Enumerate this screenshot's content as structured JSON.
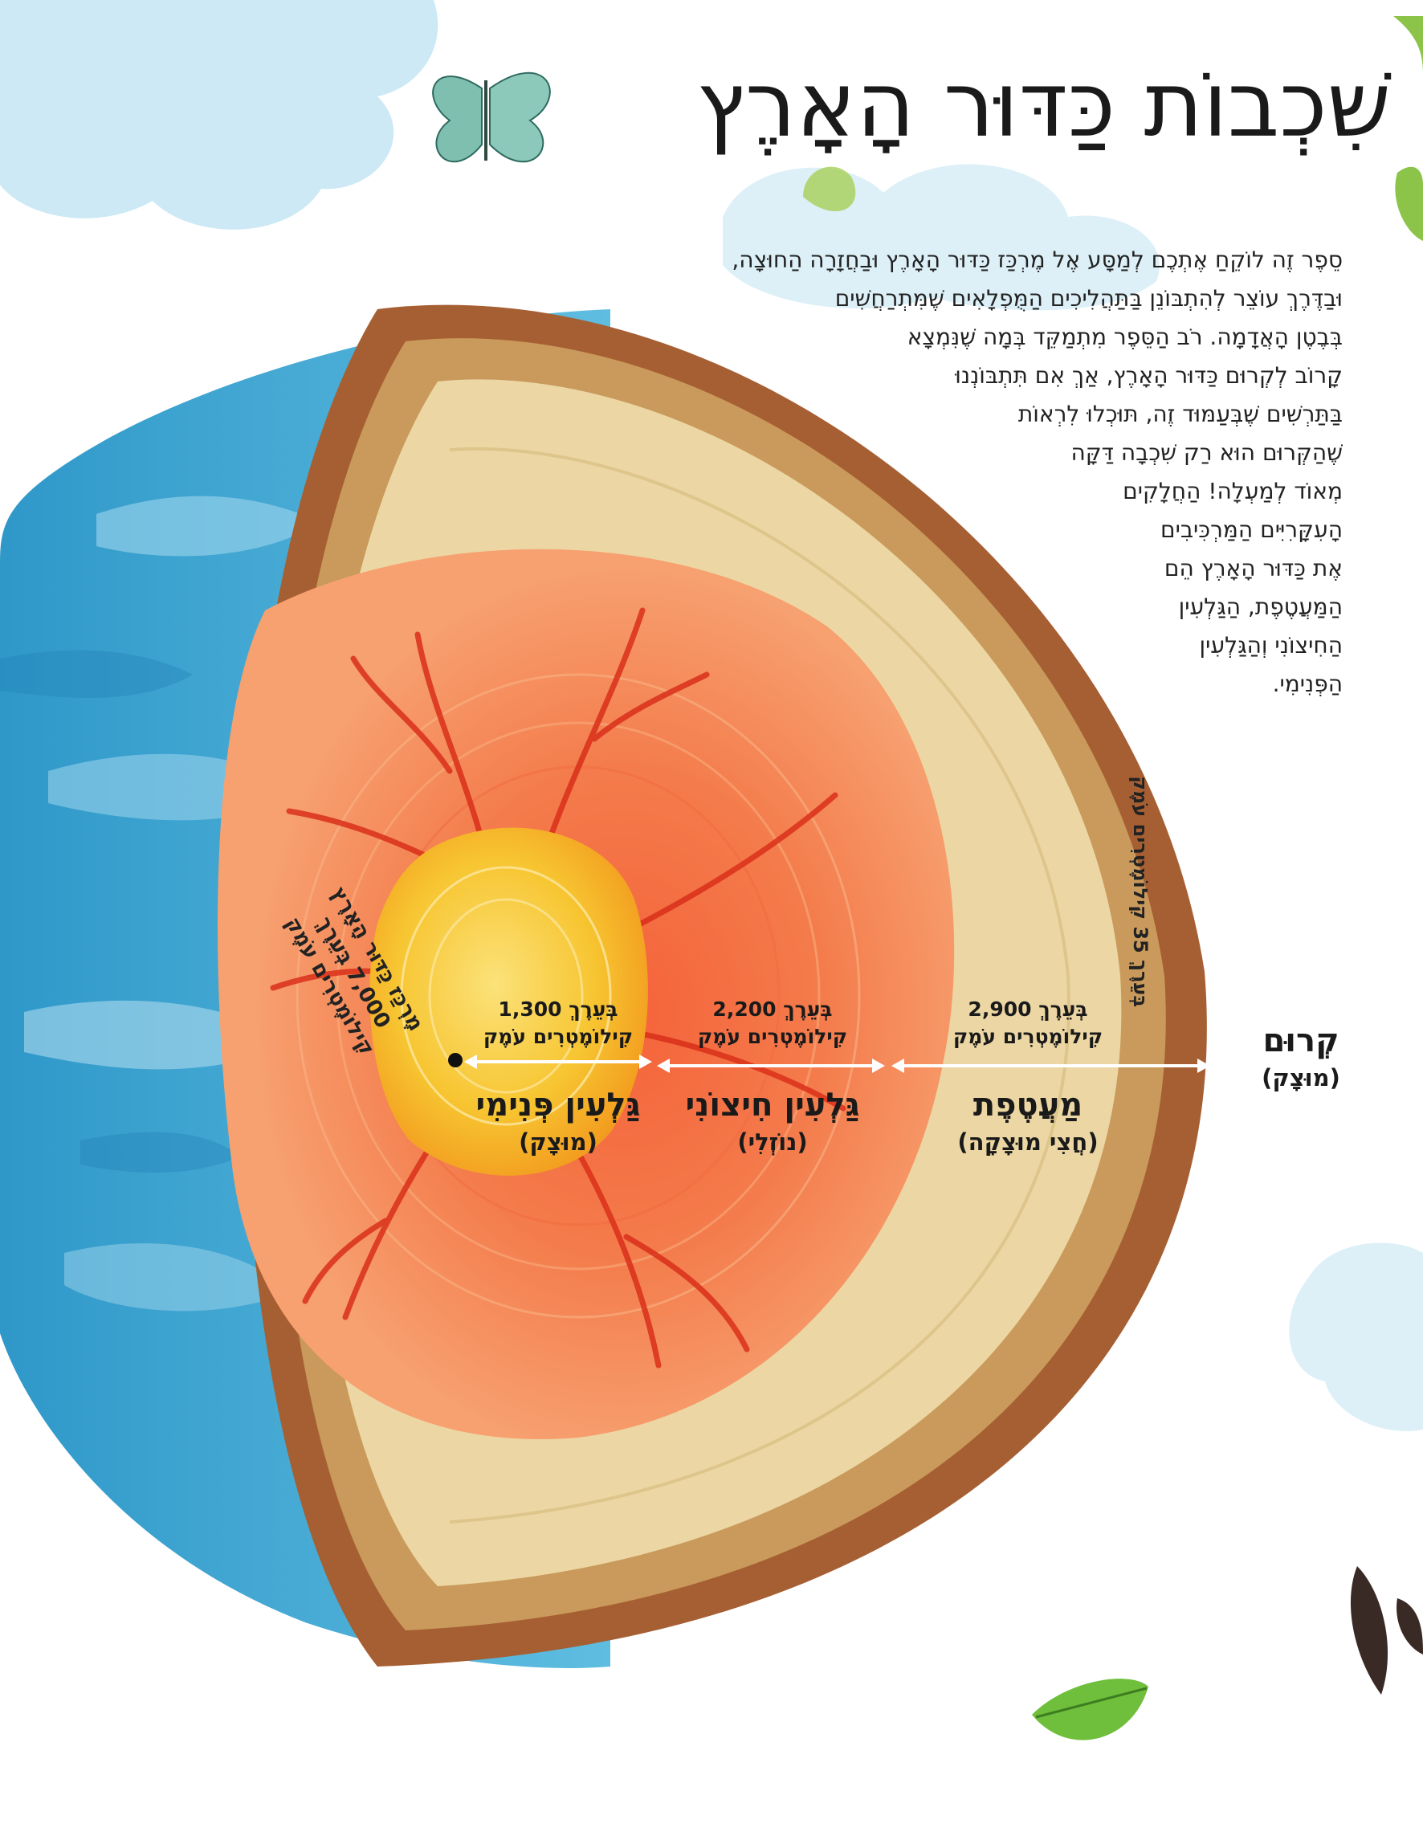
{
  "title": "שִׁכְבוֹת כַּדּוּר הָאָרֶץ",
  "intro_lines": [
    "סֵפֶר זֶה לוֹקֵחַ אֶתְכֶם לְמַסָּע אֶל מֶרְכַּז כַּדּוּר הָאָרֶץ וּבַחֲזָרָה הַחוּצָה,",
    "וּבַדֶּרֶךְ עוֹצֵר לְהִתְבּוֹנֵן בַּתַּהֲלִיכִים הַמֻּפְלָאִים שֶׁמִּתְרַחֲשִׁים",
    "בְּבֶטֶן הָאֲדָמָה. רֹב הַסֵּפֶר מִתְמַקֵּד בְּמָה שֶׁנִּמְצָא",
    "קָרוֹב לְקְרוּם כַּדּוּר הָאָרֶץ, אַךְ אִם תִּתְבּוֹנְנוּ",
    "בַּתַּרְשִׁים שֶׁבְּעַמּוּד זֶה, תּוּכְלוּ לִרְאוֹת",
    "שֶׁהַקְּרוּם הוּא רַק שִׁכְבָה דַּקָּה",
    "מְאוֹד לְמַעְלָה! הַחֲלָקִים",
    "הָעִקָּרִיִּים הַמַּרְכִּיבִים",
    "אֶת כַּדּוּר הָאָרֶץ הֵם",
    "הַמַּעֲטֶפֶת, הַגַּלְעִין",
    "הַחִיצוֹנִי וְהַגַּלְעִין",
    "הַפְּנִימִי."
  ],
  "layers": {
    "crust": {
      "name": "קְרוּם",
      "state": "(מוּצָק)",
      "depth": "בְּעֵרֶךְ 35 קִילוֹמֶטְרִים עֹמֶק"
    },
    "mantle": {
      "name": "מַעֲטֶפֶת",
      "state": "(חֲצִי מוּצָקָה)",
      "depth_line1": "בְּעֵרֶךְ 2,900",
      "depth_line2": "קִילוֹמֶטְרִים עֹמֶק"
    },
    "outer_core": {
      "name": "גַּלְעִין חִיצוֹנִי",
      "state": "(נוֹזְלִי)",
      "depth_line1": "בְּעֵרֶךְ 2,200",
      "depth_line2": "קִילוֹמֶטְרִים עֹמֶק"
    },
    "inner_core": {
      "name": "גַּלְעִין פְּנִימִי",
      "state": "(מוּצָק)",
      "depth_line1": "בְּעֵרֶךְ 1,300",
      "depth_line2": "קִילוֹמֶטְרִים עֹמֶק"
    }
  },
  "center": {
    "line1": "מֶרְכַּז כַּדּוּר הָאָרֶץ",
    "line2": "7,000",
    "line3": "בְּעֵרֶךְ",
    "line4": "קִילוֹמֶטְרִים עֹמֶק"
  },
  "colors": {
    "ocean": "#3fa9d6",
    "crust": "#b06a3a",
    "mantle_outer": "#c99a5b",
    "mantle": "#e9d3a0",
    "outer_core": "#f08a55",
    "outer_core_deep": "#ee4a26",
    "inner_core": "#f7c02e",
    "veins": "#d9301a"
  },
  "icons": [
    "butterfly-icon",
    "leaf-icon"
  ]
}
